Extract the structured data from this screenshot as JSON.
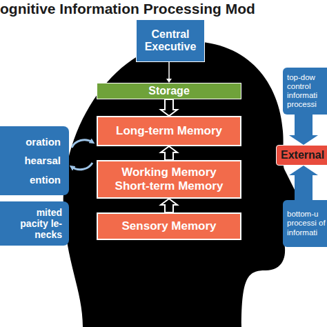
{
  "diagram": {
    "title": "ognitive Information Processing Mod",
    "nodes": [
      {
        "text": [
          "Central Executive"
        ]
      },
      {
        "text": [
          "Storage"
        ]
      },
      {
        "text": [
          "Long-term Memory"
        ]
      },
      {
        "text": [
          "Working Memory",
          "Short-term Memory"
        ]
      },
      {
        "text": [
          "Sensory Memory"
        ]
      },
      {
        "text": [
          "oration",
          "hearsal",
          "ention"
        ]
      },
      {
        "text": [
          "mited pacity le-necks"
        ]
      },
      {
        "text": [
          "top-dow control informati processi"
        ]
      },
      {
        "text": [
          "External"
        ]
      },
      {
        "text": [
          "bottom-u processi of informati"
        ]
      }
    ],
    "edges": [
      {
        "from": 0,
        "to": 1,
        "arrow": "to"
      },
      {
        "from": 1,
        "to": 2,
        "arrow": "to"
      },
      {
        "from": 3,
        "to": 2,
        "arrow": "to"
      },
      {
        "from": 4,
        "to": 3,
        "arrow": "to"
      },
      {
        "from": 7,
        "to": 8,
        "arrow": "to"
      },
      {
        "from": 9,
        "to": 8,
        "arrow": "to"
      }
    ]
  }
}
